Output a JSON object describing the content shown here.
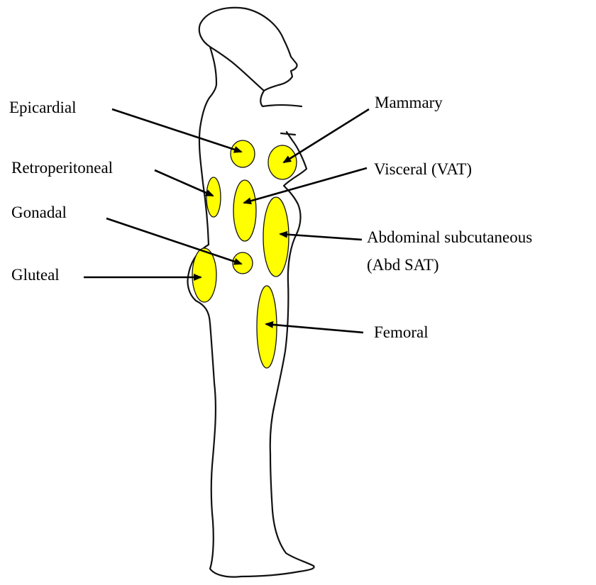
{
  "diagram": {
    "fill_color": "#ffff00",
    "outline_color": "#111111",
    "labels": {
      "epicardial": "Epicardial",
      "mammary": "Mammary",
      "retroperitoneal": "Retroperitoneal",
      "visceral": "Visceral (VAT)",
      "gonadal": "Gonadal",
      "abdominal_line1": "Abdominal subcutaneous",
      "abdominal_line2": "(Abd SAT)",
      "gluteal": "Gluteal",
      "femoral": "Femoral"
    }
  }
}
